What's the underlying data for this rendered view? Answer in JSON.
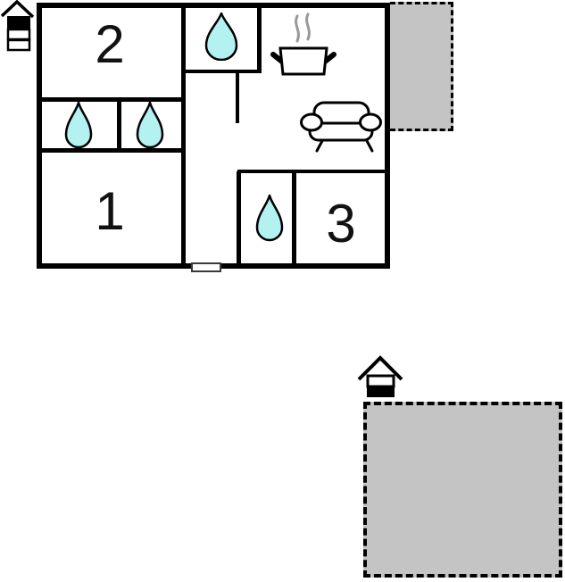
{
  "floorplan": {
    "rooms": [
      {
        "label": "1"
      },
      {
        "label": "2"
      },
      {
        "label": "3"
      }
    ],
    "fixtures": {
      "water_drop_count": 4,
      "kitchen_icon": "pot-with-steam",
      "living_icon": "sofa",
      "door": "entrance-door"
    },
    "markers": {
      "upper_left_icon": "house-top-floor-indicator",
      "lower_right_icon": "house-ground-floor-indicator"
    },
    "terraces": [
      "terrace-upper-right",
      "terrace-lower-right"
    ]
  },
  "colors": {
    "wall": "#000000",
    "water": "#b4f1f1",
    "terrace": "#c4c4c4",
    "steam": "#999999"
  }
}
